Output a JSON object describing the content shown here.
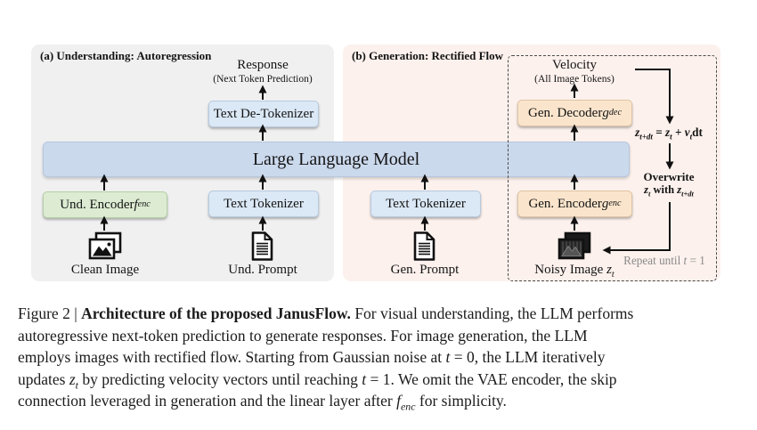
{
  "figure": {
    "panel_a": {
      "title": "(a) Understanding: Autoregression",
      "response": "Response",
      "response_note": "(Next Token Prediction)",
      "detokenizer": "Text De-Tokenizer",
      "encoder_text": "Und. Encoder ",
      "encoder_var": "f",
      "encoder_sub": "enc",
      "tokenizer": "Text Tokenizer",
      "clean_image": "Clean Image",
      "und_prompt": "Und. Prompt"
    },
    "llm": "Large Language Model",
    "panel_b": {
      "title": "(b) Generation: Rectified Flow",
      "velocity": "Velocity",
      "velocity_note": "(All Image Tokens)",
      "decoder_text": "Gen. Decoder ",
      "decoder_var": "g",
      "decoder_sub": "dec",
      "encoder_text": "Gen. Encoder ",
      "encoder_var": "g",
      "encoder_sub": "enc",
      "tokenizer": "Text Tokenizer",
      "gen_prompt": "Gen. Prompt",
      "noisy_text": "Noisy Image ",
      "noisy_var": "z",
      "noisy_sub": "t",
      "eq": {
        "z1": "z",
        "s1": "t+dt",
        "eqs": " = ",
        "z2": "z",
        "s2": "t",
        "plus": " + ",
        "v": "v",
        "s3": "t",
        "dt": "dt"
      },
      "overwrite": "Overwrite",
      "ow2": {
        "z1": "z",
        "s1": "t",
        "mid": " with ",
        "z2": "z",
        "s2": "t+dt"
      },
      "repeat_a": "Repeat until ",
      "repeat_var": "t",
      "repeat_b": " = 1"
    }
  },
  "caption": {
    "line1_prefix": "Figure 2 | ",
    "line1_bold": "Architecture of the proposed JanusFlow.",
    "line1_rest": " For visual understanding, the LLM performs",
    "line2": "autoregressive next-token prediction to generate responses. For image generation, the LLM",
    "line3_a": "employs images with rectified flow. Starting from Gaussian noise at ",
    "line3_var": "t",
    "line3_b": " = 0, the LLM iteratively",
    "line4_a": "updates ",
    "line4_var1": "z",
    "line4_sub1": "t",
    "line4_b": " by predicting velocity vectors until reaching ",
    "line4_var2": "t",
    "line4_c": " = 1. We omit the VAE encoder, the skip",
    "line5_a": "connection leveraged in generation and the linear layer after ",
    "line5_var": "f",
    "line5_sub": "enc",
    "line5_b": " for simplicity."
  },
  "icons": {
    "clean_image": "photo-stack-icon",
    "und_prompt": "document-icon",
    "gen_prompt": "document-icon",
    "noisy_image": "noisy-photo-stack-icon"
  },
  "colors": {
    "panel_a_bg": "#f0f0f1",
    "panel_b_bg": "#fcf1ed",
    "llm_fill": "#cbd9ed",
    "blue_box": "#dbe8f5",
    "green_box": "#dcebd2",
    "orange_box": "#fae5cc",
    "arrow": "#111111",
    "repeat_text": "#8a8a8a"
  }
}
